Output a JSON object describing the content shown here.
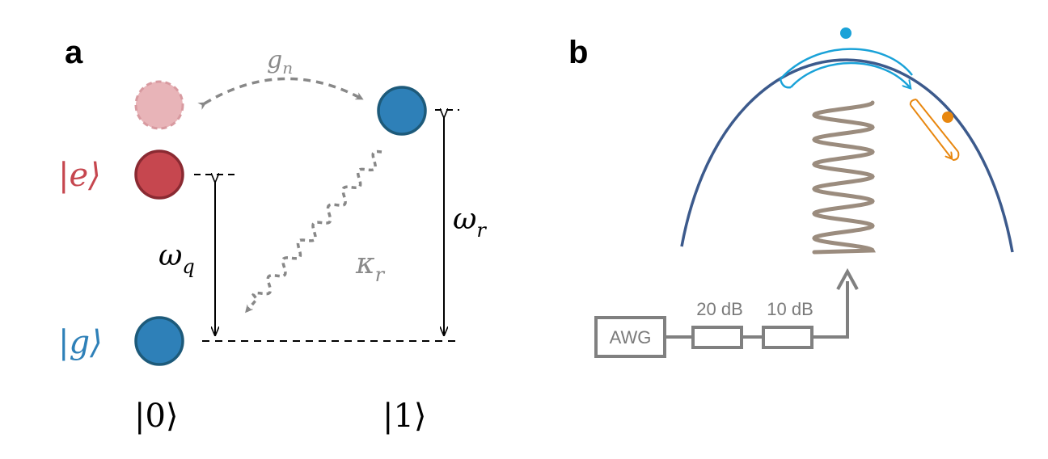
{
  "panels": {
    "a": {
      "label": "a",
      "ket_e": "|e⟩",
      "ket_g": "|g⟩",
      "ket_0": "|0⟩",
      "ket_1": "|1⟩",
      "omega_q": {
        "base": "ω",
        "sub": "q"
      },
      "omega_r": {
        "base": "ω",
        "sub": "r"
      },
      "kappa_r": {
        "base": "κ",
        "sub": "r"
      },
      "g_n": {
        "base": "g",
        "sub": "n"
      }
    },
    "b": {
      "label": "b",
      "awg_label": "AWG",
      "attenuator_1_label": "20 dB",
      "attenuator_2_label": "10 dB"
    }
  },
  "colors": {
    "excited": "#c6474f",
    "ground": "#2e80b8",
    "ghost": "#e8b4b8",
    "arrow_gray": "#888888",
    "curve": "#3c5a8c",
    "cyan": "#1aa2d8",
    "orange": "#e8870f",
    "spring": "#9b8c7e",
    "circuit_gray": "#808080"
  }
}
